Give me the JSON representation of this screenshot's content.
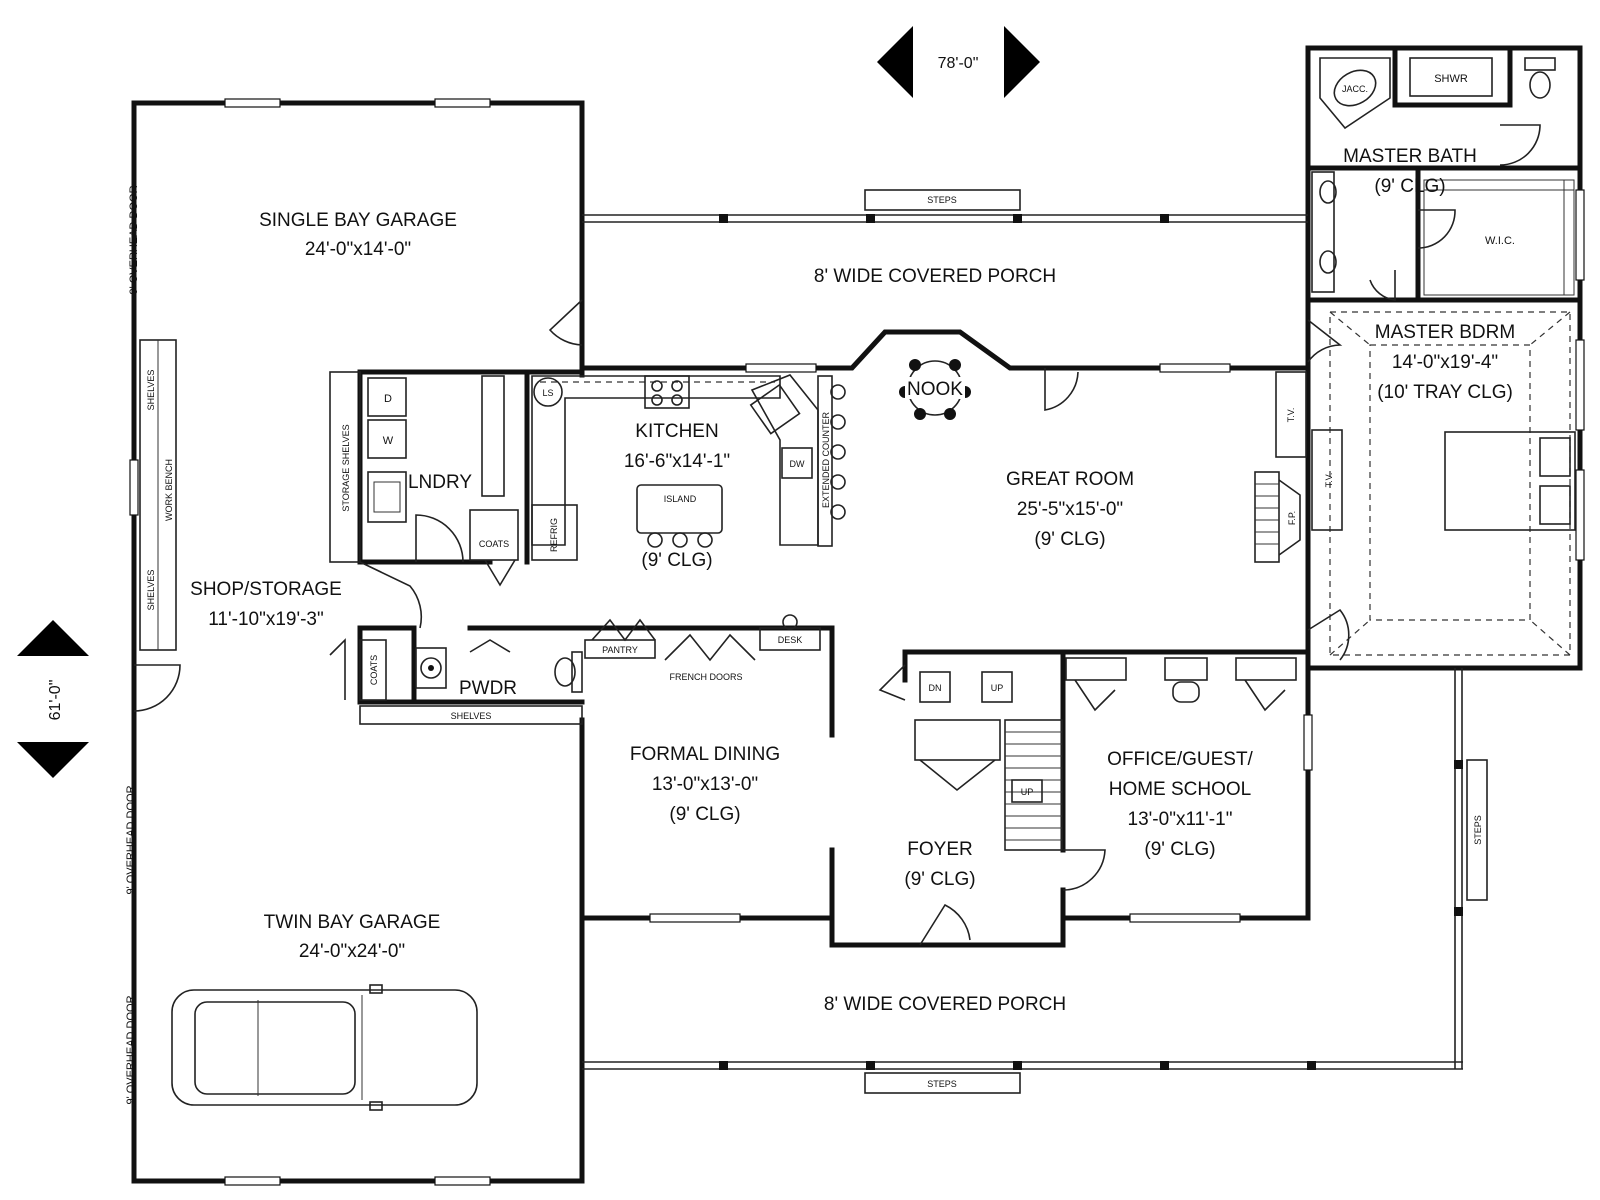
{
  "dimensions": {
    "width": "78'-0\"",
    "depth": "61'-0\""
  },
  "rooms": {
    "single_bay_garage": {
      "name": "SINGLE BAY GARAGE",
      "size": "24'-0\"x14'-0\""
    },
    "twin_bay_garage": {
      "name": "TWIN BAY GARAGE",
      "size": "24'-0\"x24'-0\""
    },
    "shop_storage": {
      "name": "SHOP/STORAGE",
      "size": "11'-10\"x19'-3\""
    },
    "laundry": {
      "name": "LNDRY"
    },
    "powder": {
      "name": "PWDR"
    },
    "kitchen": {
      "name": "KITCHEN",
      "size": "16'-6\"x14'-1\"",
      "ceiling": "(9' CLG)"
    },
    "nook": {
      "name": "NOOK"
    },
    "great_room": {
      "name": "GREAT ROOM",
      "size": "25'-5\"x15'-0\"",
      "ceiling": "(9' CLG)"
    },
    "formal_dining": {
      "name": "FORMAL DINING",
      "size": "13'-0\"x13'-0\"",
      "ceiling": "(9' CLG)"
    },
    "foyer": {
      "name": "FOYER",
      "ceiling": "(9' CLG)"
    },
    "office": {
      "line1": "OFFICE/GUEST/",
      "line2": "HOME SCHOOL",
      "size": "13'-0\"x11'-1\"",
      "ceiling": "(9' CLG)"
    },
    "master_bath": {
      "name": "MASTER BATH",
      "ceiling": "(9' CLG)"
    },
    "master_bdrm": {
      "name": "MASTER BDRM",
      "size": "14'-0\"x19'-4\"",
      "ceiling": "(10' TRAY CLG)"
    },
    "porch_rear": {
      "name": "8' WIDE COVERED PORCH"
    },
    "porch_front": {
      "name": "8' WIDE COVERED PORCH"
    }
  },
  "labels": {
    "overhead_door": "9' OVERHEAD DOOR",
    "shelves": "SHELVES",
    "work_bench": "WORK BENCH",
    "storage_shelves": "STORAGE SHELVES",
    "coats": "COATS",
    "refrig": "REFRIG",
    "island": "ISLAND",
    "ls": "LS",
    "dw": "DW",
    "extended_counter": "EXTENDED COUNTER",
    "pantry": "PANTRY",
    "french_doors": "FRENCH DOORS",
    "desk": "DESK",
    "dn": "DN",
    "up": "UP",
    "steps": "STEPS",
    "tv": "T.V.",
    "fp": "F.P.",
    "jacc": "JACC.",
    "shwr": "SHWR",
    "wic": "W.I.C.",
    "d": "D",
    "w": "W"
  }
}
